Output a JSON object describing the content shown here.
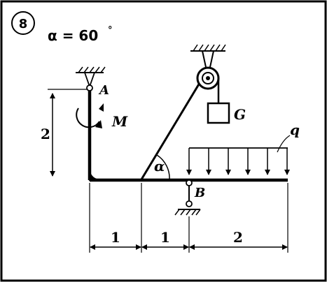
{
  "problem": {
    "number": "8",
    "angle_condition": "α = 60",
    "degree_sign": "°"
  },
  "labels": {
    "support_A": "A",
    "support_B": "B",
    "moment": "M",
    "weight": "G",
    "distributed_load": "q",
    "angle": "α"
  },
  "dimensions": {
    "height_A": "2",
    "span_1": "1",
    "span_2": "1",
    "span_3": "2"
  },
  "colors": {
    "ink": "#000000",
    "background": "#ffffff"
  }
}
